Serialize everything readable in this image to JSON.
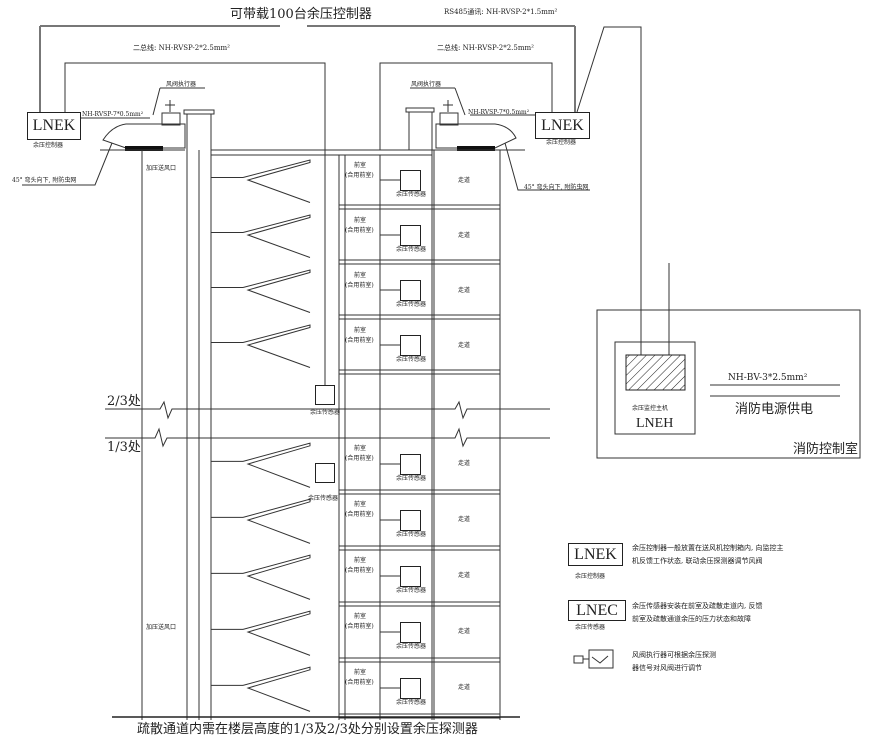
{
  "top": {
    "capacity_note": "可带载100台余压控制器",
    "rs485_label": "RS485通讯: NH-RVSP-2*1.5mm²",
    "bus_left": "二总线: NH-RVSP-2*2.5mm²",
    "bus_right": "二总线: NH-RVSP-2*2.5mm²"
  },
  "left_unit": {
    "controller_code": "LNEK",
    "controller_name": "余压控制器",
    "cable": "NH-RVSP-7*0.5mm²",
    "actuator": "风阀执行器",
    "elbow_note": "45° 弯头向下, 附防虫网",
    "air_inlet_top": "加压送风口",
    "air_inlet_bottom": "加压送风口"
  },
  "right_unit": {
    "controller_code": "LNEK",
    "controller_name": "余压控制器",
    "cable": "NH-RVSP-7*0.5mm²",
    "actuator": "风阀执行器",
    "elbow_note": "45° 弯头向下, 附防虫网"
  },
  "building": {
    "anteroom": "前室",
    "anteroom_sub": "(合用前室)",
    "sensor": "余压传感器",
    "corridor": "走道",
    "level_23": "2/3处",
    "level_13": "1/3处",
    "floors_upper": 4,
    "floors_lower": 5
  },
  "control_room": {
    "host_name": "余压监控主机",
    "host_code": "LNEH",
    "power_cable": "NH-BV-3*2.5mm²",
    "power_label": "消防电源供电",
    "room_label": "消防控制室"
  },
  "legend": [
    {
      "code": "LNEK",
      "name": "余压控制器",
      "desc1": "余压控制器一般放置在送风机控制箱内, 向监控主",
      "desc2": "机反馈工作状态, 联动余压探测器调节风阀"
    },
    {
      "code": "LNEC",
      "name": "余压传感器",
      "desc1": "余压传感器安装在前室及疏散走道内, 反馈",
      "desc2": "前室及疏散通道余压的压力状态和故障"
    },
    {
      "code": "",
      "name": "风阀执行器",
      "desc1": "风阀执行器可根据余压探测",
      "desc2": "器信号对风阀进行调节"
    }
  ],
  "caption": "疏散通道内需在楼层高度的1/3及2/3处分别设置余压探测器"
}
